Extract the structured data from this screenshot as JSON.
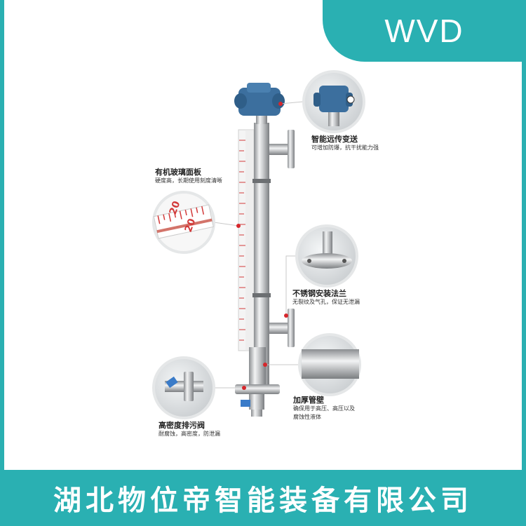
{
  "brand": {
    "logo_text": "WVD",
    "accent_color": "#2ab0b2"
  },
  "callouts": [
    {
      "title": "智能远传变送",
      "desc": "可增加防爆，抗干扰能力强"
    },
    {
      "title": "有机玻璃面板",
      "desc": "硬度高，长期使用刻度清晰"
    },
    {
      "title": "不锈钢安装法兰",
      "desc": "无裂纹及气孔，保证无泄漏"
    },
    {
      "title": "加厚管壁",
      "desc_lines": [
        "确保用于高压、高压以及",
        "腐蚀性液体"
      ]
    },
    {
      "title": "高密度排污阀",
      "desc": "耐腐蚀，高密度，防泄漏"
    }
  ],
  "scale_labels": [
    "20",
    "20"
  ],
  "footer": {
    "company_name": "湖北物位帝智能装备有限公司"
  }
}
